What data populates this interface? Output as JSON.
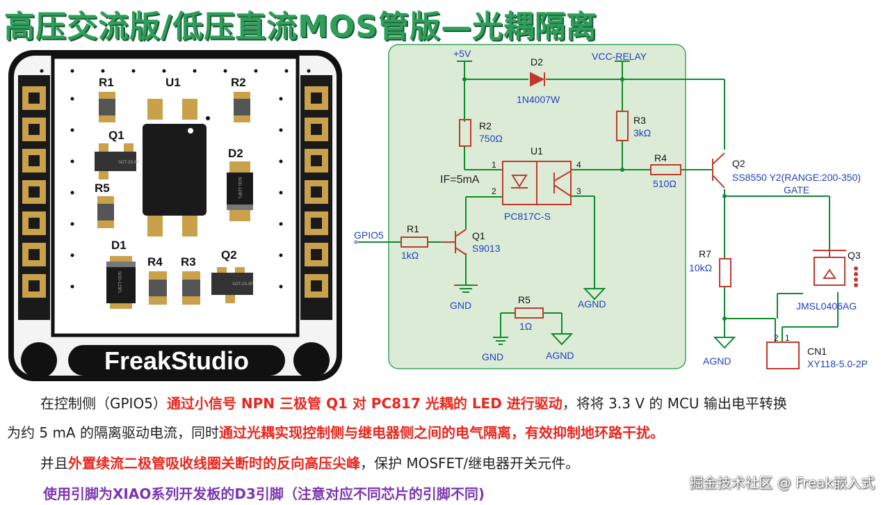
{
  "title": "高压交流版/低压直流MOS管版—光耦隔离",
  "pcb": {
    "brand": "FreakStudio",
    "labels": {
      "r1": "R1",
      "u1": "U1",
      "r2": "R2",
      "q1": "Q1",
      "d2": "D2",
      "r5": "R5",
      "d1": "D1",
      "r4": "R4",
      "r3": "R3",
      "q2": "Q2"
    },
    "part_markings": {
      "q1": "SOT-23-3P",
      "d2": "SOD-123FL",
      "d1": "SOD-123FL",
      "q2": "SOT-23-3P"
    }
  },
  "schematic": {
    "v5": "+5V",
    "vcc_relay": "VCC-RELAY",
    "d2_ref": "D2",
    "d2_part": "1N4007W",
    "r2_ref": "R2",
    "r2_val": "750Ω",
    "r3_ref": "R3",
    "r3_val": "3kΩ",
    "u1_ref": "U1",
    "u1_part": "PC817C-S",
    "pin1": "1",
    "pin2": "2",
    "pin3": "3",
    "pin4": "4",
    "if_note": "IF=5mA",
    "r4_ref": "R4",
    "r4_val": "510Ω",
    "q2_ref": "Q2",
    "q2_part": "SS8550 Y2(RANGE:200-350)",
    "gate": "GATE",
    "gpio": "GPIO5",
    "r1_ref": "R1",
    "r1_val": "1kΩ",
    "q1_ref": "Q1",
    "q1_part": "S9013",
    "gnd1": "GND",
    "agnd1": "AGND",
    "r5_ref": "R5",
    "r5_val": "1Ω",
    "gnd2": "GND",
    "agnd2": "AGND",
    "r7_ref": "R7",
    "r7_val": "10kΩ",
    "q3_ref": "Q3",
    "q3_part": "JMSL0406AG",
    "agnd3": "AGND",
    "cn1_ref": "CN1",
    "cn1_part": "XY118-5.0-2P",
    "cn_pin2": "2",
    "cn_pin1": "1"
  },
  "text": {
    "p1_a": "在控制侧（GPIO5）",
    "p1_b": "通过小信号 NPN 三极管 Q1 对 PC817 光耦的 LED 进行驱动",
    "p1_c": "，将将 3.3 V 的 MCU 输出电平转换",
    "p2_a": "为约 5 mA 的隔离驱动电流，同时",
    "p2_b": "通过光耦实现控制侧与继电器侧之间的电气隔离，有效抑制地环路干扰。",
    "p3_a": "并且",
    "p3_b": "外置续流二极管吸收线圈关断时的反向高压尖峰",
    "p3_c": "，保护 MOSFET/继电器开关元件。",
    "p4": "使用引脚为XIAO系列开发板的D3引脚（注意对应不同芯片的引脚不同)",
    "watermark": "掘金技术社区 @ Freak嵌入式"
  },
  "colors": {
    "title": "#2e9e5b",
    "wire": "#0b8a2e",
    "component": "#c0392b",
    "highlight": "#e8271e",
    "note": "#7b35b0",
    "board": "#111111"
  }
}
